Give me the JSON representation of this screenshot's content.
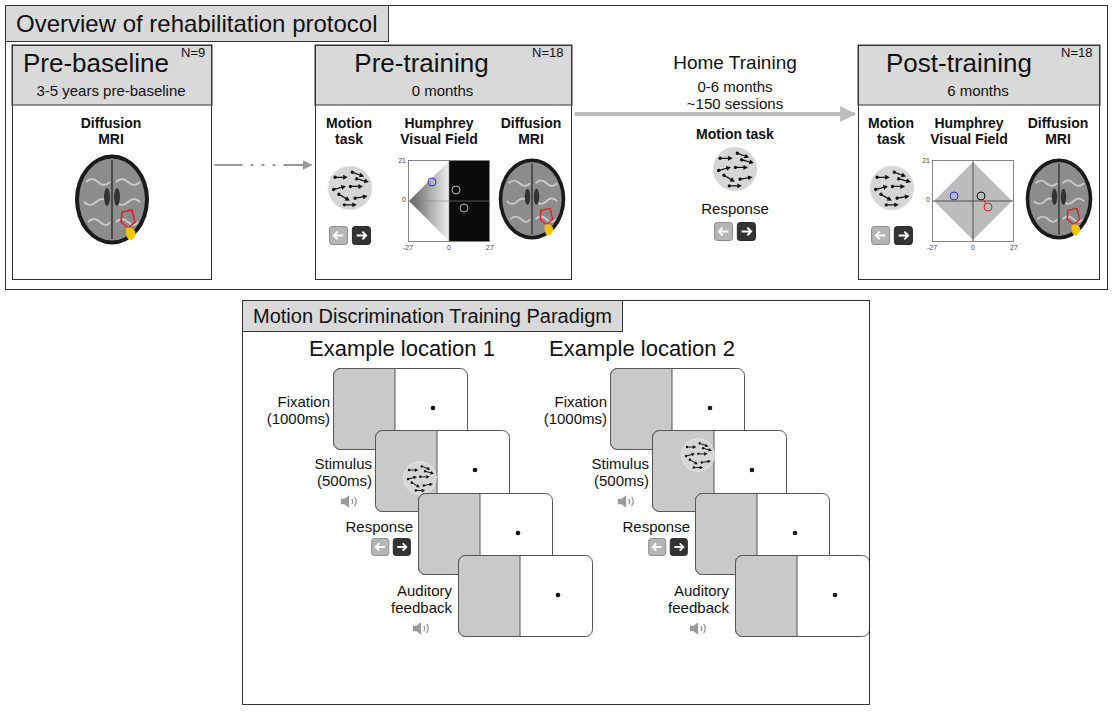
{
  "diagram": {
    "nodes": [
      {
        "text": [
          "Overview of rehabilitation protocol"
        ]
      },
      {
        "text": [
          "Pre-baseline",
          "N=9",
          "3-5 years pre-baseline",
          "Diffusion MRI"
        ],
        "in": 0
      },
      {
        "text": [
          "Pre-training",
          "N=18",
          "0 months",
          "Motion task",
          "Humphrey Visual Field",
          "Diffusion MRI"
        ],
        "in": 0
      },
      {
        "text": [
          "Post-training",
          "N=18",
          "6 months",
          "Motion task",
          "Humphrey Visual Field",
          "Diffusion MRI"
        ],
        "in": 0
      },
      {
        "text": [
          "Motion Discrimination Training Paradigm"
        ]
      }
    ],
    "edges": [
      {
        "from": 1,
        "to": 2,
        "arrow": "to"
      },
      {
        "from": 2,
        "to": 3,
        "arrow": "to"
      }
    ],
    "labels": [
      "Home Training",
      "0-6 months",
      "~150 sessions",
      "Motion task",
      "Response",
      "21",
      "0",
      "-27",
      "0",
      "27",
      "21",
      "0",
      "-27",
      "0",
      "27",
      "Example location 1",
      "Example location 2",
      "Fixation (1000ms)",
      "Stimulus (500ms)",
      "Response",
      "Auditory feedback",
      "Fixation (1000ms)",
      "Stimulus (500ms)",
      "Response",
      "Auditory feedback"
    ]
  }
}
